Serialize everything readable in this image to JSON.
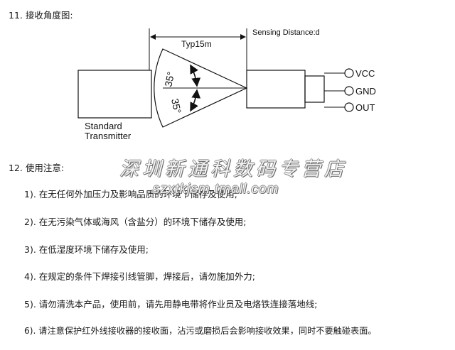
{
  "section11": {
    "heading": "11. 接收角度图:"
  },
  "diagram": {
    "typ_label": "Typ15m",
    "sensing_label": "Sensing Distance:d",
    "angle_upper": "35°",
    "angle_lower": "35°",
    "transmitter_line1": "Standard",
    "transmitter_line2": "Transmitter",
    "pins": [
      "VCC",
      "GND",
      "OUT"
    ]
  },
  "section12": {
    "heading": "12. 使用注意:",
    "items": [
      "1). 在无任何外加压力及影响品质的环境下储存及使用;",
      "2). 在无污染气体或海风（含盐分）的环境下储存及使用;",
      "3). 在低湿度环境下储存及使用;",
      "4). 在规定的条件下焊接引线管脚，焊接后，请勿施加外力;",
      "5). 请勿清洗本产品，使用前，请先用静电带将作业员及电烙铁连接落地线;",
      "6). 请注意保护红外线接收器的接收面，沾污或磨损后会影响接收效果，同时不要触碰表面。"
    ]
  },
  "watermark": {
    "shop_name": "深圳新通科数码专营店",
    "shop_url": "szxtkjsm.tmall.com"
  }
}
